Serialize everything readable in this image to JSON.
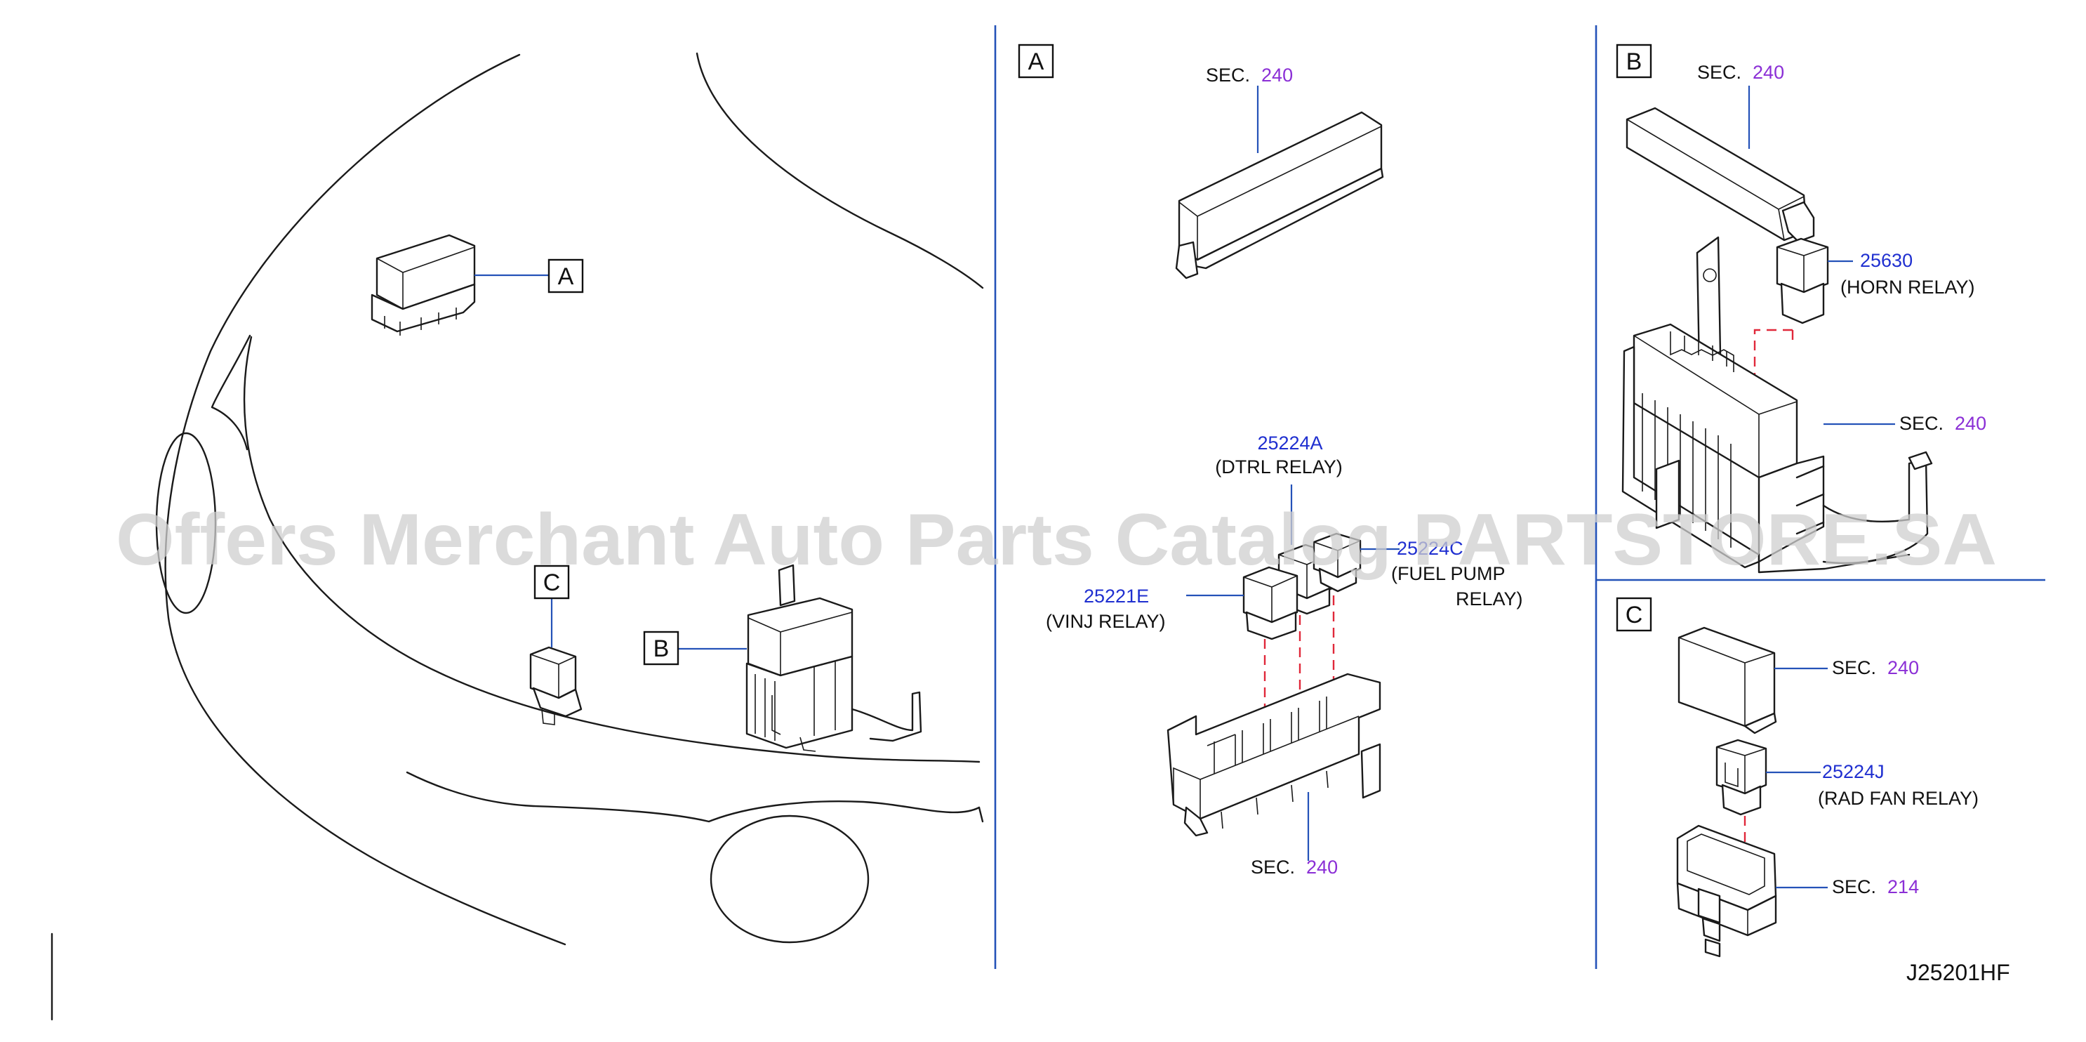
{
  "overview": {
    "callouts": [
      "A",
      "C",
      "B"
    ]
  },
  "panel_a": {
    "tag": "A",
    "sec_top": {
      "prefix": "SEC.",
      "num": "240"
    },
    "sec_bottom": {
      "prefix": "SEC.",
      "num": "240"
    },
    "parts": [
      {
        "number": "25224A",
        "name": "(DTRL   RELAY)"
      },
      {
        "number": "25224C",
        "name_line1": "(FUEL   PUMP",
        "name_line2": "RELAY)"
      },
      {
        "number": "25221E",
        "name": "(VINJ   RELAY)"
      }
    ]
  },
  "panel_b": {
    "tag": "B",
    "sec_top": {
      "prefix": "SEC.",
      "num": "240"
    },
    "sec_mid": {
      "prefix": "SEC.",
      "num": "240"
    },
    "parts": [
      {
        "number": "25630",
        "name": "(HORN   RELAY)"
      }
    ]
  },
  "panel_c": {
    "tag": "C",
    "sec_top": {
      "prefix": "SEC.",
      "num": "240"
    },
    "sec_bottom": {
      "prefix": "SEC.",
      "num": "214"
    },
    "parts": [
      {
        "number": "25224J",
        "name": "(RAD   FAN   RELAY)"
      }
    ]
  },
  "diagram_code": "J25201HF",
  "watermark": "Offers Merchant Auto Parts Catalog PARTSTORE.SA"
}
